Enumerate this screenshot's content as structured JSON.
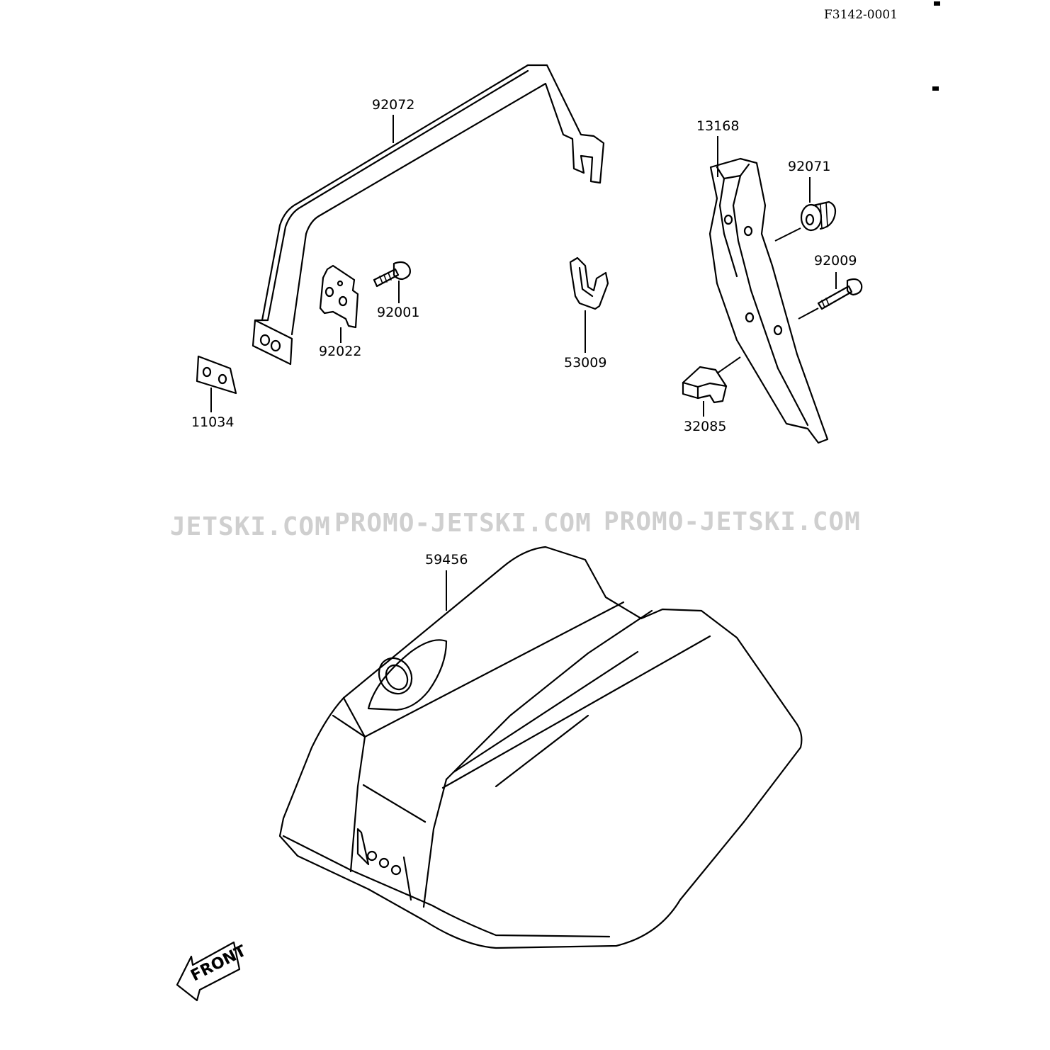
{
  "figure_code": "F3142-0001",
  "watermarks": [
    "JETSKI.COM",
    "PROMO-JETSKI.COM",
    "PROMO-JETSKI.COM"
  ],
  "parts": {
    "p92072": "92072",
    "p13168": "13168",
    "p92071": "92071",
    "p92009": "92009",
    "p92001": "92001",
    "p92022": "92022",
    "p53009": "53009",
    "p11034": "11034",
    "p32085": "32085",
    "p59456": "59456"
  },
  "front_label": "FRONT"
}
